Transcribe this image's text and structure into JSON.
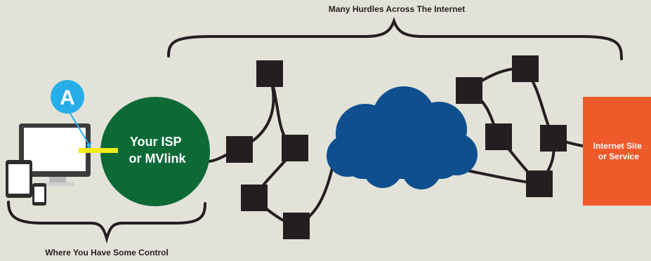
{
  "top_label": "Many Hurdles Across The Internet",
  "bottom_label": "Where You Have Some Control",
  "marker_label": "A",
  "isp_label": {
    "line1": "Your ISP",
    "line2": "or MVlink"
  },
  "site_label": {
    "line1": "Internet Site",
    "line2": "or Service"
  },
  "colors": {
    "background": "#e3e2d9",
    "isp_circle": "#0d6a37",
    "cloud": "#0f4f8e",
    "site_box": "#ef5a2a",
    "marker": "#26aee9",
    "highlight": "#f1ec1a",
    "node": "#231f20"
  }
}
